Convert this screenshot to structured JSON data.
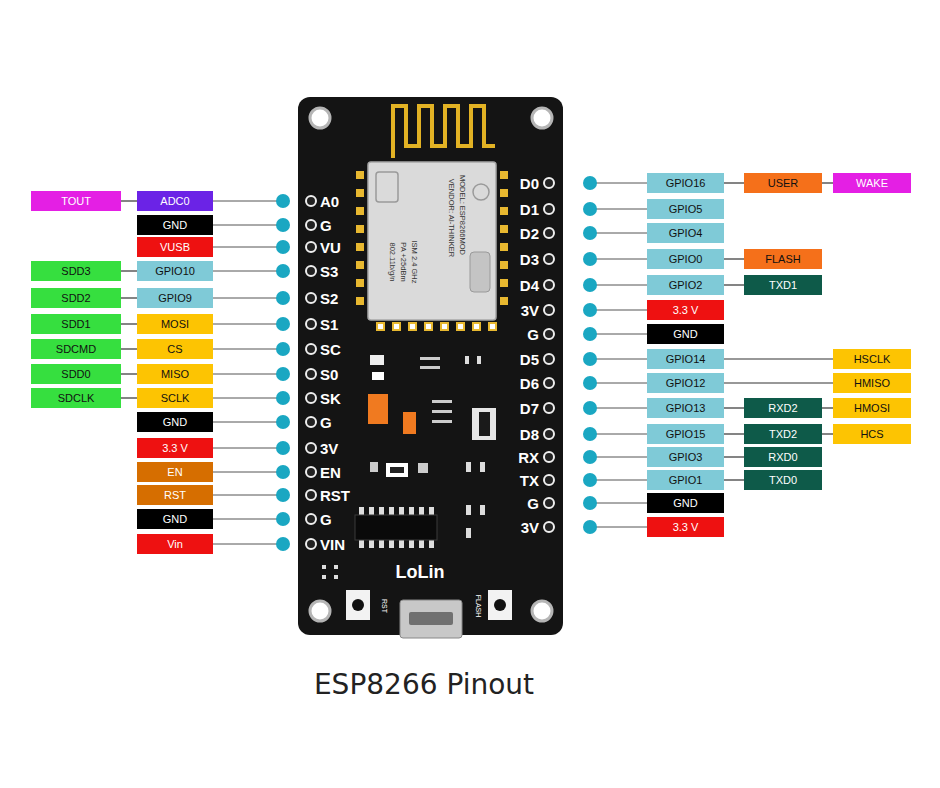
{
  "diagram": {
    "caption": "ESP8266 Pinout",
    "nodes": [
      {
        "text": [
          "TOUT"
        ]
      },
      {
        "text": [
          "ADC0"
        ]
      },
      {
        "text": [
          "GND"
        ]
      },
      {
        "text": [
          "VUSB"
        ]
      },
      {
        "text": [
          "SDD3"
        ]
      },
      {
        "text": [
          "GPIO10"
        ]
      },
      {
        "text": [
          "SDD2"
        ]
      },
      {
        "text": [
          "GPIO9"
        ]
      },
      {
        "text": [
          "SDD1"
        ]
      },
      {
        "text": [
          "MOSI"
        ]
      },
      {
        "text": [
          "SDCMD"
        ]
      },
      {
        "text": [
          "CS"
        ]
      },
      {
        "text": [
          "SDD0"
        ]
      },
      {
        "text": [
          "MISO"
        ]
      },
      {
        "text": [
          "SDCLK"
        ]
      },
      {
        "text": [
          "SCLK"
        ]
      },
      {
        "text": [
          "GND"
        ]
      },
      {
        "text": [
          "3.3 V"
        ]
      },
      {
        "text": [
          "EN"
        ]
      },
      {
        "text": [
          "RST"
        ]
      },
      {
        "text": [
          "GND"
        ]
      },
      {
        "text": [
          "Vin"
        ]
      },
      {
        "text": [
          "GPIO16"
        ]
      },
      {
        "text": [
          "USER"
        ]
      },
      {
        "text": [
          "WAKE"
        ]
      },
      {
        "text": [
          "GPIO5"
        ]
      },
      {
        "text": [
          "GPIO4"
        ]
      },
      {
        "text": [
          "GPIO0"
        ]
      },
      {
        "text": [
          "FLASH"
        ]
      },
      {
        "text": [
          "GPIO2"
        ]
      },
      {
        "text": [
          "TXD1"
        ]
      },
      {
        "text": [
          "3.3 V"
        ]
      },
      {
        "text": [
          "GND"
        ]
      },
      {
        "text": [
          "GPIO14"
        ]
      },
      {
        "text": [
          "HSCLK"
        ]
      },
      {
        "text": [
          "GPIO12"
        ]
      },
      {
        "text": [
          "HMISO"
        ]
      },
      {
        "text": [
          "GPIO13"
        ]
      },
      {
        "text": [
          "RXD2"
        ]
      },
      {
        "text": [
          "HMOSI"
        ]
      },
      {
        "text": [
          "GPIO15"
        ]
      },
      {
        "text": [
          "TXD2"
        ]
      },
      {
        "text": [
          "HCS"
        ]
      },
      {
        "text": [
          "GPIO3"
        ]
      },
      {
        "text": [
          "RXD0"
        ]
      },
      {
        "text": [
          "GPIO1"
        ]
      },
      {
        "text": [
          "TXD0"
        ]
      },
      {
        "text": [
          "GND"
        ]
      },
      {
        "text": [
          "3.3 V"
        ]
      }
    ],
    "edges": [
      {
        "from": 0,
        "to": 1,
        "arrow": "none"
      },
      {
        "from": 4,
        "to": 5,
        "arrow": "none"
      },
      {
        "from": 6,
        "to": 7,
        "arrow": "none"
      },
      {
        "from": 8,
        "to": 9,
        "arrow": "none"
      },
      {
        "from": 10,
        "to": 11,
        "arrow": "none"
      },
      {
        "from": 12,
        "to": 13,
        "arrow": "none"
      },
      {
        "from": 14,
        "to": 15,
        "arrow": "none"
      },
      {
        "from": 22,
        "to": 23,
        "arrow": "none"
      },
      {
        "from": 23,
        "to": 24,
        "arrow": "none"
      },
      {
        "from": 27,
        "to": 28,
        "arrow": "none"
      },
      {
        "from": 29,
        "to": 30,
        "arrow": "none"
      },
      {
        "from": 33,
        "to": 34,
        "arrow": "none"
      },
      {
        "from": 35,
        "to": 36,
        "arrow": "none"
      },
      {
        "from": 37,
        "to": 38,
        "arrow": "none"
      },
      {
        "from": 38,
        "to": 39,
        "arrow": "none"
      },
      {
        "from": 40,
        "to": 41,
        "arrow": "none"
      },
      {
        "from": 41,
        "to": 42,
        "arrow": "none"
      },
      {
        "from": 43,
        "to": 44,
        "arrow": "none"
      },
      {
        "from": 45,
        "to": 46,
        "arrow": "none"
      }
    ],
    "labels": [
      "MODEL: ESP8266MOD",
      "VENDOR: AI-THINKER",
      "ISM 2.4 GHz",
      "PA +25dBm",
      "802.11b/g/n",
      "A0",
      "G",
      "VU",
      "S3",
      "S2",
      "S1",
      "SC",
      "S0",
      "SK",
      "G",
      "3V",
      "EN",
      "RST",
      "G",
      "VIN",
      "D0",
      "D1",
      "D2",
      "D3",
      "D4",
      "3V",
      "G",
      "D5",
      "D6",
      "D7",
      "D8",
      "RX",
      "TX",
      "G",
      "3V",
      "LoLin",
      "RST",
      "FLASH"
    ]
  }
}
